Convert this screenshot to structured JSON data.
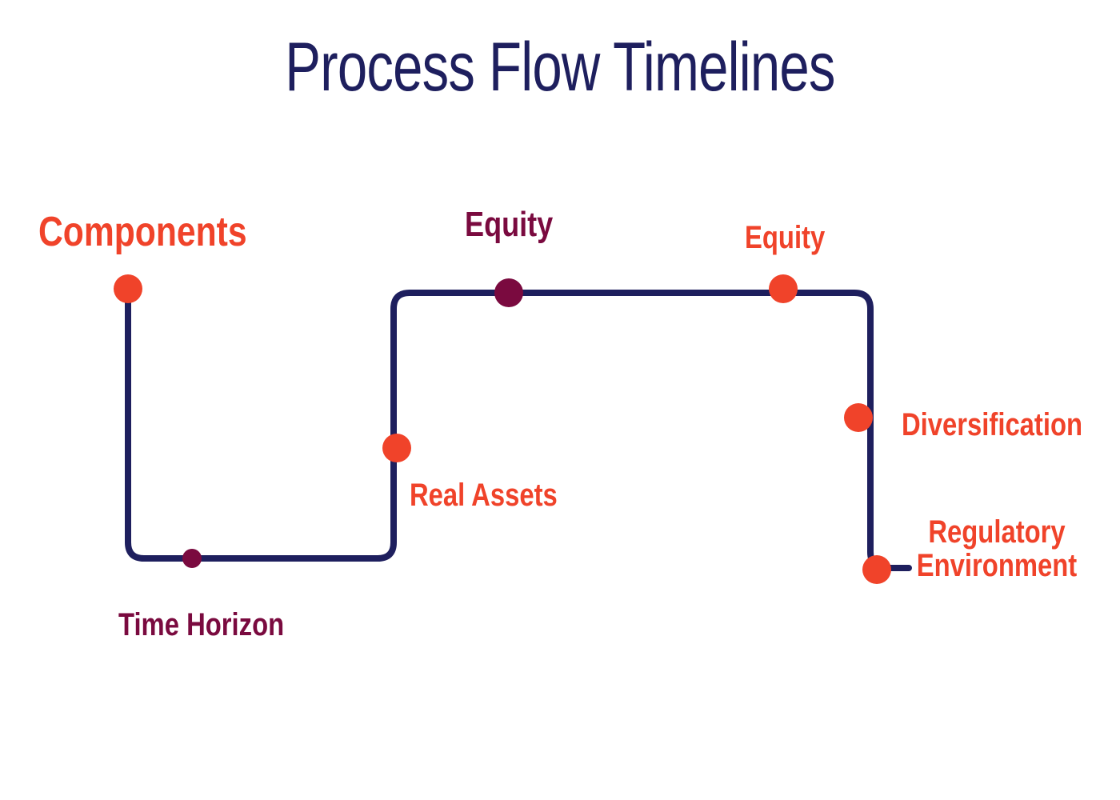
{
  "title": "Process Flow Timelines",
  "colors": {
    "line": "#1e1f5e",
    "accent_orange": "#f0432a",
    "accent_plum": "#7a0a3f",
    "title": "#1e1f5e"
  },
  "milestones": [
    {
      "label": "Components",
      "color": "orange"
    },
    {
      "label": "Time Horizon",
      "color": "plum"
    },
    {
      "label": "Real Assets",
      "color": "orange"
    },
    {
      "label": "Equity",
      "color": "plum"
    },
    {
      "label": "Equity",
      "color": "orange"
    },
    {
      "label": "Diversification",
      "color": "orange"
    },
    {
      "label": "Regulatory Environment",
      "label_line1": "Regulatory",
      "label_line2": "Environment",
      "color": "orange"
    }
  ]
}
